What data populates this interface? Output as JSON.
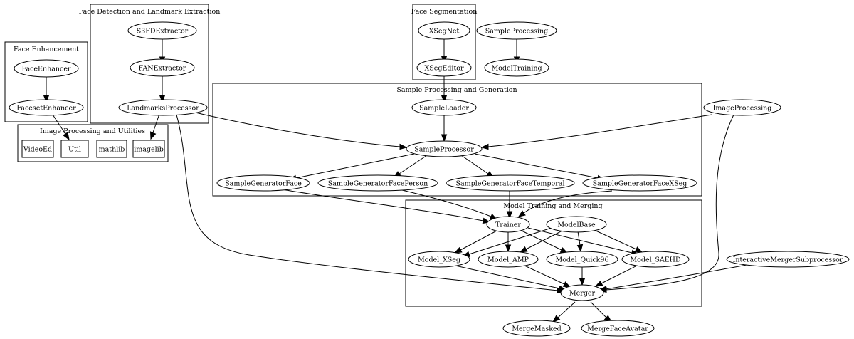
{
  "clusters": {
    "face_detection": "Face Detection and Landmark Extraction",
    "face_segmentation": "Face Segmentation",
    "face_enhancement": "Face Enhancement",
    "image_processing_utilities": "Image Processing and Utilities",
    "sample_processing_generation": "Sample Processing and Generation",
    "model_training_merging": "Model Training and Merging"
  },
  "nodes": {
    "s3fd": "S3FDExtractor",
    "fan": "FANExtractor",
    "landmarks": "LandmarksProcessor",
    "xsegnet": "XSegNet",
    "xsegeditor": "XSegEditor",
    "sampleprocessing": "SampleProcessing",
    "modeltraining": "ModelTraining",
    "faceenhancer": "FaceEnhancer",
    "facesetenhancer": "FacesetEnhancer",
    "videoed": "VideoEd",
    "util": "Util",
    "mathlib": "mathlib",
    "imagelib": "imagelib",
    "sampleloader": "SampleLoader",
    "sampleprocessor": "SampleProcessor",
    "imageprocessing": "ImageProcessing",
    "gen_face": "SampleGeneratorFace",
    "gen_person": "SampleGeneratorFacePerson",
    "gen_temporal": "SampleGeneratorFaceTemporal",
    "gen_xseg": "SampleGeneratorFaceXSeg",
    "trainer": "Trainer",
    "modelbase": "ModelBase",
    "model_xseg": "Model_XSeg",
    "model_amp": "Model_AMP",
    "model_quick96": "Model_Quick96",
    "model_saehd": "Model_SAEHD",
    "interactive": "InteractiveMergerSubprocessor",
    "merger": "Merger",
    "mergemasked": "MergeMasked",
    "mergefaceavatar": "MergeFaceAvatar"
  }
}
